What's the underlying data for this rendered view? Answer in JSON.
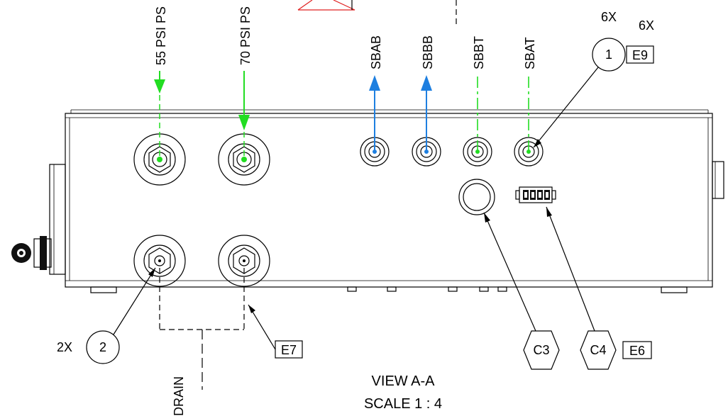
{
  "ports_top": {
    "p55": "55 PSI PS",
    "p70": "70 PSI PS",
    "sbab": "SBAB",
    "sbbb": "SBBB",
    "sbbt": "SBBT",
    "sbat": "SBAT"
  },
  "callouts": {
    "qty_6x_a": "6X",
    "qty_6x_b": "6X",
    "item_1": "1",
    "ref_e9": "E9",
    "qty_2x": "2X",
    "item_2": "2",
    "ref_e7": "E7",
    "ref_c3": "C3",
    "ref_c4": "C4",
    "ref_e6": "E6",
    "drain": "DRAIN"
  },
  "view": {
    "title": "VIEW A-A",
    "scale": "SCALE 1 : 4"
  },
  "colors": {
    "green": "#22dd22",
    "blue": "#1e7fe0",
    "red": "#e02020"
  }
}
